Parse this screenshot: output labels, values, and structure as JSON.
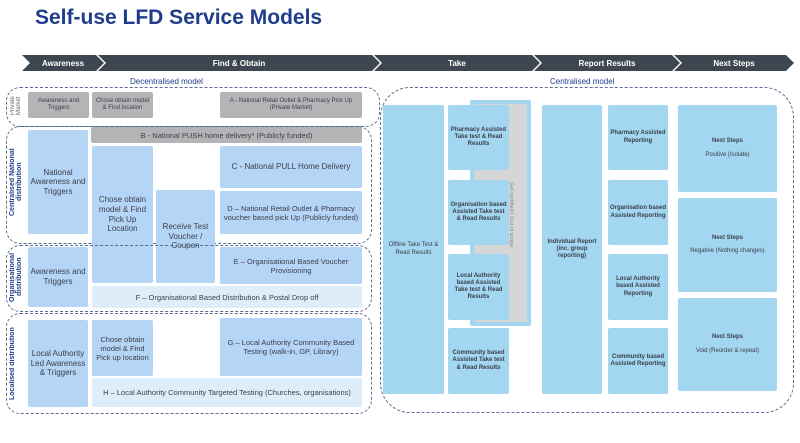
{
  "title": "Self-use LFD Service Models",
  "stages": [
    "Awareness",
    "Find & Obtain",
    "Take",
    "Report Results",
    "Next Steps"
  ],
  "decentralised_label": "Decentralised model",
  "centralised_label": "Centralised model",
  "rows": {
    "private": {
      "label": "Private Market",
      "awareness": "Awareness and Triggers",
      "chose": "Chose obtain model & Find location",
      "a": "A - National Retail Outlet & Pharmacy Pick Up (Private Market)"
    },
    "national": {
      "label": "Centralised National distribution",
      "awareness": "National Awareness and Triggers",
      "b": "B - National PUSH home delivery* (Publicly funded)",
      "chose": "Chose obtain model & Find Pick Up Location",
      "receive": "Receive Test Voucher / Coupon",
      "c": "C - National PULL Home Delivery",
      "d": "D – National Retail Outlet & Pharmacy voucher based pick Up (Publicly funded)"
    },
    "organisational": {
      "label": "Organisational distribution",
      "awareness": "Awareness and Triggers",
      "e": "E – Organisational Based Voucher Provisioning",
      "f": "F – Organisational Based Distribution & Postal Drop off"
    },
    "localised": {
      "label": "Localised distribution",
      "awareness": "Local Authority Led Awareness & Triggers",
      "chose": "Chose obtain model & Find Pick up location",
      "g": "G – Local Authority Community Based Testing (walk-in, GP, Library)",
      "h": "H – Local Authority Community Targeted Testing (Churches, organisations)"
    }
  },
  "take": {
    "offline": "Offline Take Test & Read Results",
    "certified": "Get certified | Out of scope",
    "items": [
      "Pharmacy Assisted Take test & Read Results",
      "Organisation based Assisted Take test & Read Results",
      "Local Authority based Assisted Take test & Read Results",
      "Community based Assisted Take test & Read Results"
    ]
  },
  "report": {
    "individual": "Individual Report (inc. group reporting)",
    "items": [
      "Pharmacy Assisted Reporting",
      "Organisation based Assisted Reporting",
      "Local Authority based Assisted Reporting",
      "Community based Assisted Reporting"
    ]
  },
  "next": [
    {
      "title": "Next Steps",
      "text": "Positive (Isolate)"
    },
    {
      "title": "Next Steps",
      "text": "Negative (Nothing changes)"
    },
    {
      "title": "Next Steps",
      "text": "Void (Reorder & repeat)"
    }
  ]
}
